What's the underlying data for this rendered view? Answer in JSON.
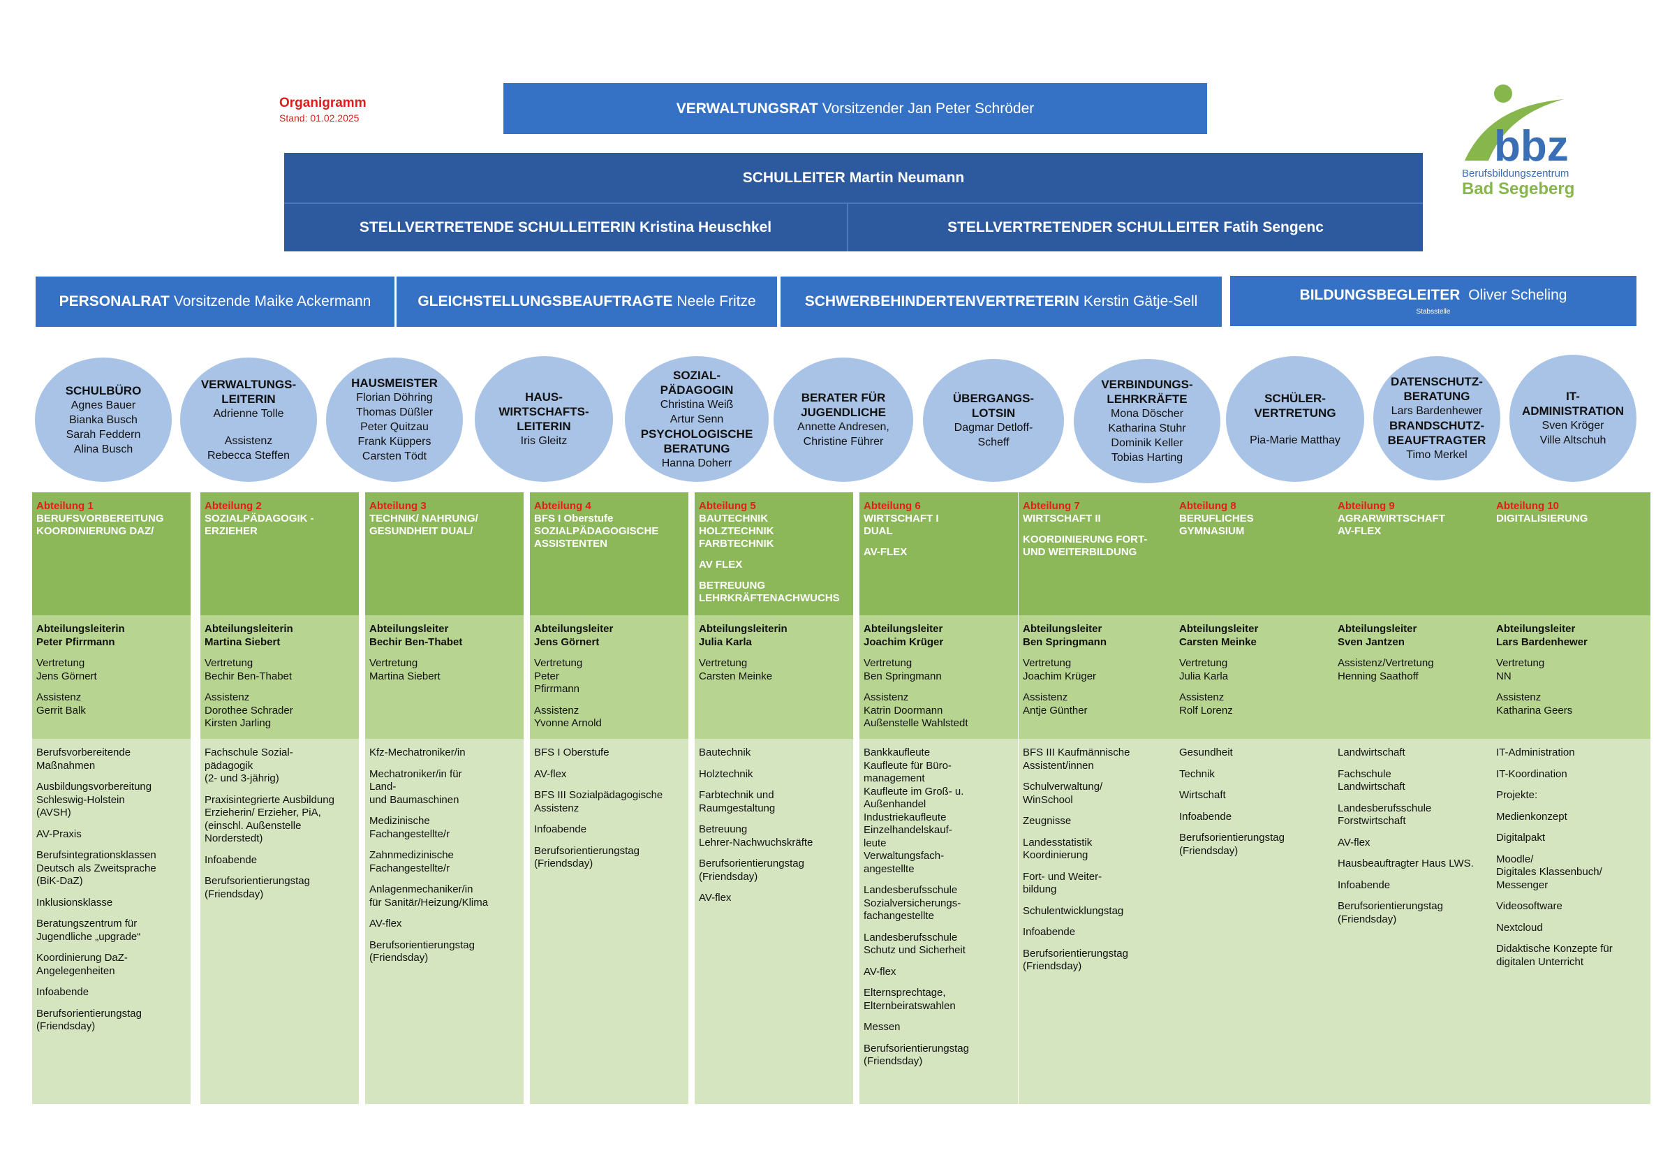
{
  "header": {
    "title": "Organigramm",
    "date": "Stand:  01.02.2025"
  },
  "logo": {
    "brand": "bbz",
    "line1": "Berufsbildungszentrum",
    "line2": "Bad Segeberg",
    "colors": {
      "green": "#86b64c",
      "blue": "#3a6fb5"
    }
  },
  "verwaltungsrat": {
    "role": "VERWALTUNGSRAT",
    "name": "Vorsitzender Jan Peter Schröder"
  },
  "schulleiter": {
    "role": "SCHULLEITER",
    "name": "Martin Neumann"
  },
  "stellvertreter": [
    {
      "role": "STELLVERTRETENDE SCHULLEITERIN",
      "name": "Kristina Heuschkel"
    },
    {
      "role": "STELLVERTRETENDER SCHULLEITER",
      "name": "Fatih Sengenc"
    }
  ],
  "gremien": [
    {
      "role": "PERSONALRAT",
      "name": "Vorsitzende Maike Ackermann"
    },
    {
      "role": "GLEICHSTELLUNGSBEAUFTRAGTE",
      "name": "Neele Fritze"
    },
    {
      "role": "SCHWERBEHINDERTENVERTRETERIN",
      "name": "Kerstin Gätje-Sell"
    },
    {
      "role": "BILDUNGSBEGLEITER",
      "name": "Oliver Scheling",
      "sub": "Stabsstelle"
    }
  ],
  "circles": [
    {
      "title": "SCHULBÜRO",
      "names": "Agnes Bauer|Bianka Busch|Sarah Feddern|Alina Busch"
    },
    {
      "title": "VERWALTUNGS-|LEITERIN",
      "names": "Adrienne Tolle||Assistenz|Rebecca Steffen"
    },
    {
      "title": "HAUSMEISTER",
      "names": "Florian Döhring|Thomas Düßler|Peter Quitzau|Frank Küppers|Carsten Tödt"
    },
    {
      "title": "HAUS-|WIRTSCHAFTS-|LEITERIN",
      "names": "Iris Gleitz"
    },
    {
      "title": "SOZIAL-|PÄDAGOGIN",
      "names": "Christina Weiß|Artur Senn",
      "title2": "PSYCHOLOGISCHE|BERATUNG",
      "names2": "Hanna Doherr"
    },
    {
      "title": "BERATER FÜR|JUGENDLICHE",
      "names": "Annette Andresen,|Christine Führer"
    },
    {
      "title": "ÜBERGANGS-|LOTSIN",
      "names": "Dagmar Detloff-|Scheff"
    },
    {
      "title": "VERBINDUNGS-|LEHRKRÄFTE",
      "names": "Mona Döscher|Katharina Stuhr|Dominik Keller|Tobias Harting"
    },
    {
      "title": "SCHÜLER-|VERTRETUNG",
      "names": "|Pia-Marie Matthay"
    },
    {
      "title": "DATENSCHUTZ-|BERATUNG",
      "names": "Lars Bardenhewer",
      "title2": "BRANDSCHUTZ-|BEAUFTRAGTER",
      "names2": "Timo Merkel"
    },
    {
      "title": "IT-|ADMINISTRATION",
      "names": "Sven Kröger|Ville Altschuh"
    }
  ],
  "departments": [
    {
      "num": "Abteilung 1",
      "name": "BERUFSVORBEREITUNG KOORDINIERUNG DAZ/",
      "extras": [],
      "leader_title": "Abteilungsleiterin",
      "leader": "Peter Pfirrmann",
      "groups": [
        "Vertretung\nJens Görnert",
        "Assistenz\nGerrit Balk"
      ],
      "items": [
        "Berufsvorbereitende\nMaßnahmen",
        "Ausbildungsvorbereitung\nSchleswig-Holstein\n(AVSH)",
        "AV-Praxis",
        "Berufsintegrationsklassen\nDeutsch  als  Zweitsprache\n(BiK-DaZ)",
        "Inklusionsklasse",
        "Beratungszentrum für\nJugendliche „upgrade“",
        "Koordinierung DaZ-\nAngelegenheiten",
        "Infoabende",
        "Berufsorientierungstag\n(Friendsday)"
      ]
    },
    {
      "num": "Abteilung 2",
      "name": "SOZIALPÄDAGOGIK -\nERZIEHER",
      "extras": [],
      "leader_title": "Abteilungsleiterin",
      "leader": "Martina Siebert",
      "groups": [
        "Vertretung\nBechir Ben-Thabet",
        "Assistenz\nDorothee Schrader\nKirsten Jarling"
      ],
      "items": [
        "Fachschule Sozial-\npädagogik\n(2- und 3-jährig)",
        "Praxisintegrierte Ausbildung\nErzieherin/ Erzieher, PiA,\n(einschl. Außenstelle\nNorderstedt)",
        "Infoabende",
        "Berufsorientierungstag\n(Friendsday)"
      ]
    },
    {
      "num": "Abteilung 3",
      "name": "TECHNIK/ NAHRUNG/\nGESUNDHEIT DUAL/",
      "extras": [],
      "leader_title": "Abteilungsleiter",
      "leader": "Bechir Ben-Thabet",
      "groups": [
        "Vertretung\nMartina Siebert"
      ],
      "items": [
        "Kfz-Mechatroniker/in",
        "Mechatroniker/in für\nLand-\nund Baumaschinen",
        "Medizinische\nFachangestellte/r",
        "Zahnmedizinische\nFachangestellte/r",
        "Anlagenmechaniker/in\nfür Sanitär/Heizung/Klima",
        "AV-flex",
        "Berufsorientierungstag\n(Friendsday)"
      ]
    },
    {
      "num": "Abteilung 4",
      "name": "BFS I Oberstufe\nSOZIALPÄDAGOGISCHE\nASSISTENTEN",
      "extras": [],
      "leader_title": "Abteilungsleiter",
      "leader": "Jens Görnert",
      "groups": [
        "Vertretung\nPeter\nPfirrmann",
        "Assistenz\nYvonne Arnold"
      ],
      "items": [
        "BFS I Oberstufe",
        "AV-flex",
        "BFS III Sozialpädagogische\nAssistenz",
        "Infoabende",
        "Berufsorientierungstag\n(Friendsday)"
      ]
    },
    {
      "num": "Abteilung 5",
      "name": "BAUTECHNIK\nHOLZTECHNIK\nFARBTECHNIK",
      "extras": [
        "AV FLEX",
        "BETREUUNG\nLEHRKRÄFTENACHWUCHS"
      ],
      "leader_title": "Abteilungsleiterin",
      "leader": "Julia Karla",
      "groups": [
        "Vertretung\nCarsten Meinke"
      ],
      "items": [
        "Bautechnik",
        "Holztechnik",
        "Farbtechnik und\nRaumgestaltung",
        "Betreuung\nLehrer-Nachwuchskräfte",
        "Berufsorientierungstag\n(Friendsday)",
        "AV-flex"
      ]
    },
    {
      "num": "Abteilung 6",
      "name": "WIRTSCHAFT I\nDUAL",
      "extras": [
        "AV-FLEX"
      ],
      "leader_title": "Abteilungsleiter",
      "leader": "Joachim Krüger",
      "groups": [
        "Vertretung\nBen Springmann",
        "Assistenz\nKatrin Doormann\nAußenstelle Wahlstedt"
      ],
      "items": [
        "Bankkaufleute\nKaufleute für Büro-\nmanagement\nKaufleute im Groß- u.\nAußenhandel\nIndustriekaufleute\nEinzelhandelskauf-\nleute\nVerwaltungsfach-\nangestellte",
        "Landesberufsschule\nSozialversicherungs-\nfachangestellte",
        "Landesberufsschule\nSchutz und Sicherheit",
        "AV-flex",
        "Elternsprechtage,\nElternbeiratswahlen",
        "Messen",
        "Berufsorientierungstag\n(Friendsday)"
      ]
    },
    {
      "num": "Abteilung 7",
      "name": "WIRTSCHAFT II",
      "extras": [
        "KOORDINIERUNG FORT-\nUND WEITERBILDUNG"
      ],
      "leader_title": "Abteilungsleiter",
      "leader": "Ben Springmann",
      "groups": [
        "Vertretung\nJoachim Krüger",
        "Assistenz\nAntje Günther"
      ],
      "items": [
        "BFS III Kaufmännische\nAssistent/innen",
        "Schulverwaltung/\nWinSchool",
        "Zeugnisse",
        "Landesstatistik\nKoordinierung",
        "Fort- und Weiter-\nbildung",
        "Schulentwicklungstag",
        "Infoabende",
        "Berufsorientierungstag\n(Friendsday)"
      ]
    },
    {
      "num": "Abteilung 8",
      "name": "BERUFLICHES\nGYMNASIUM",
      "extras": [],
      "leader_title": "Abteilungsleiter",
      "leader": "Carsten Meinke",
      "groups": [
        "Vertretung\nJulia Karla",
        "Assistenz\nRolf Lorenz"
      ],
      "items": [
        "Gesundheit",
        "Technik",
        "Wirtschaft",
        "Infoabende",
        "Berufsorientierungstag\n(Friendsday)"
      ]
    },
    {
      "num": "Abteilung 9",
      "name": "AGRARWIRTSCHAFT\nAV-FLEX",
      "extras": [],
      "leader_title": "Abteilungsleiter",
      "leader": "Sven Jantzen",
      "groups": [
        "Assistenz/Vertretung\nHenning Saathoff"
      ],
      "items": [
        "Landwirtschaft",
        "Fachschule\nLandwirtschaft",
        "Landesberufsschule\nForstwirtschaft",
        "AV-flex",
        "Hausbeauftragter Haus LWS.",
        "Infoabende",
        "Berufsorientierungstag\n(Friendsday)"
      ]
    },
    {
      "num": "Abteilung 10",
      "name": "DIGITALISIERUNG",
      "extras": [],
      "leader_title": "Abteilungsleiter",
      "leader": "Lars Bardenhewer",
      "groups": [
        "Vertretung\nNN",
        "Assistenz\nKatharina Geers"
      ],
      "items": [
        "IT-Administration",
        "IT-Koordination",
        "Projekte:",
        "Medienkonzept",
        "Digitalpakt",
        "Moodle/\nDigitales Klassenbuch/\nMessenger",
        "Videosoftware",
        "Nextcloud",
        "Didaktische Konzepte für\ndigitalen Unterricht"
      ]
    }
  ]
}
